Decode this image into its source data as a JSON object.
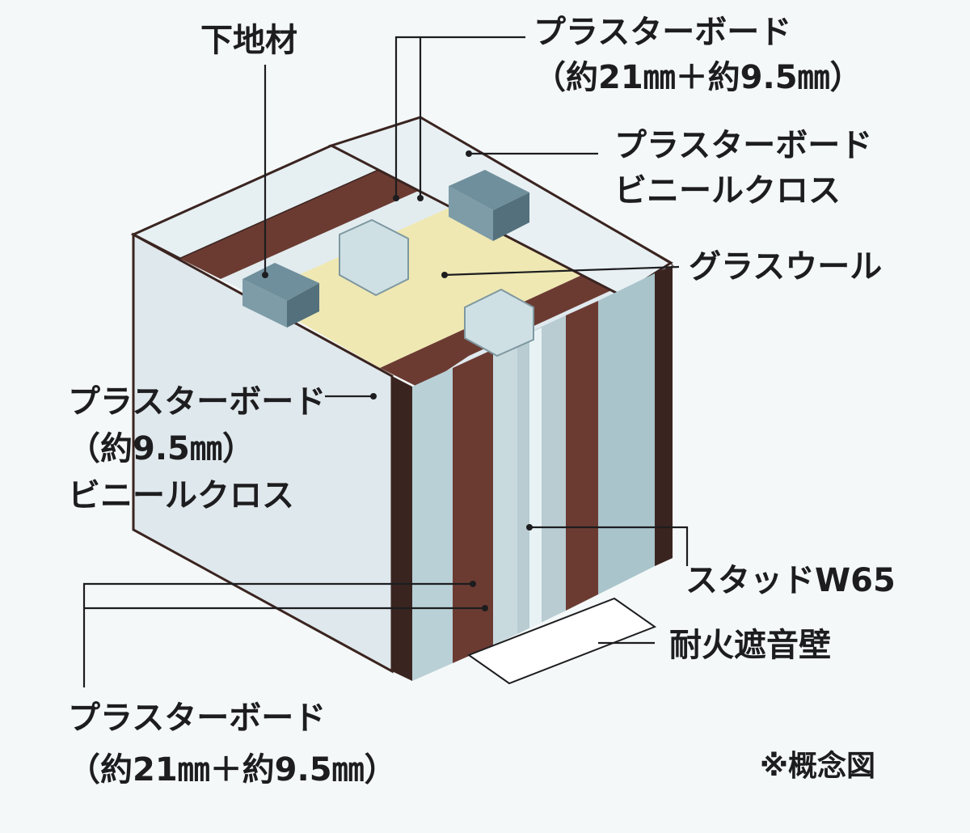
{
  "labels": {
    "shitaji": "下地材",
    "top_right": [
      "プラスターボード",
      "（約21㎜＋約9.5㎜）"
    ],
    "mid_right": [
      "プラスターボード",
      "ビニールクロス"
    ],
    "glass_wool": "グラスウール",
    "left": [
      "プラスターボード",
      "（約9.5㎜）",
      "ビニールクロス"
    ],
    "stud": "スタッドW65",
    "wall": "耐火遮音壁",
    "bottom": [
      "プラスターボード",
      "（約21㎜＋約9.5㎜）"
    ],
    "note": "※概念図"
  },
  "colors": {
    "background": "#f4f8f8",
    "gypsum_face": "#dfe9ee",
    "gypsum_side": "#a9c4cb",
    "board_brown": "#6b3b32",
    "board_edge_dark": "#3a2420",
    "glass_wool": "#efe8b3",
    "stud": "#b8ccd2",
    "base_block": "#6f8f9c",
    "leader_line": "#1d1d1f"
  }
}
